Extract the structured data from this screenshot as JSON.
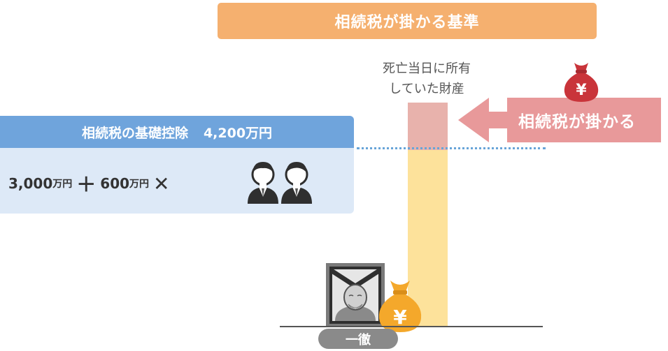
{
  "banner": {
    "title": "相続税が掛かる基準"
  },
  "caption": {
    "line1": "死亡当日に所有",
    "line2": "していた財産"
  },
  "deduction": {
    "title": "相続税の基礎控除",
    "amount": "4,200万円",
    "formula": {
      "base_num": "3,000",
      "base_unit": "万円",
      "plus": "＋",
      "per_num": "600",
      "per_unit": "万円",
      "times": "✕"
    }
  },
  "tax": {
    "label": "相続税が掛かる"
  },
  "person": {
    "name": "一徹"
  },
  "icons": {
    "money_bag_symbol": "¥",
    "red_bag_symbol": "¥"
  },
  "colors": {
    "banner": "#f5b06f",
    "deduction_header": "#6fa4dc",
    "deduction_body": "#dde9f7",
    "tax_arrow": "#e8999a",
    "bar_taxed": "#e8b2ac",
    "bar_untaxed": "#fde29b",
    "money_bag": "#f4a82b",
    "red_bag": "#c9343a"
  }
}
